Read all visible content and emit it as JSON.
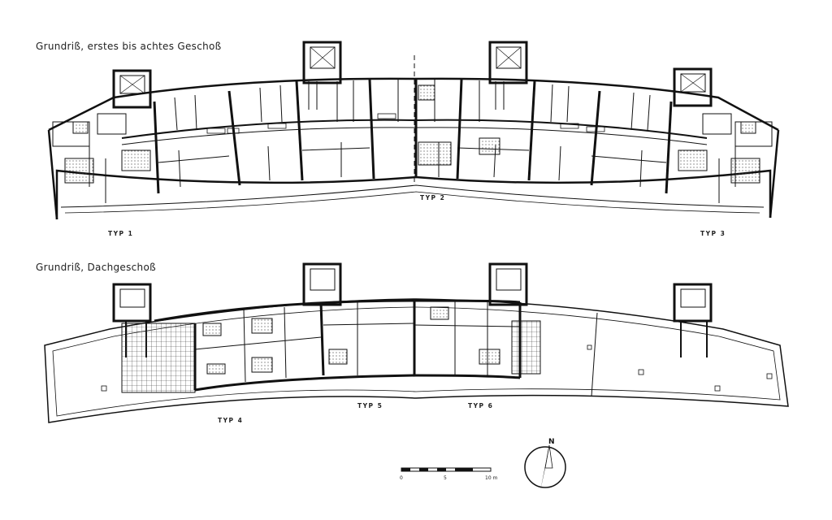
{
  "headings": {
    "upper_plan": "Grundriß, erstes bis achtes Geschoß",
    "lower_plan": "Grundriß, Dachgeschoß"
  },
  "unit_types": {
    "typ1": "TYP 1",
    "typ2": "TYP 2",
    "typ3": "TYP 3",
    "typ4": "TYP 4",
    "typ5": "TYP 5",
    "typ6": "TYP 6"
  },
  "scale_bar": {
    "label_0": "0",
    "label_5": "5",
    "label_10": "10 m"
  },
  "north_arrow": {
    "label": "N"
  },
  "colors": {
    "ink": "#111111",
    "paper": "#ffffff"
  }
}
